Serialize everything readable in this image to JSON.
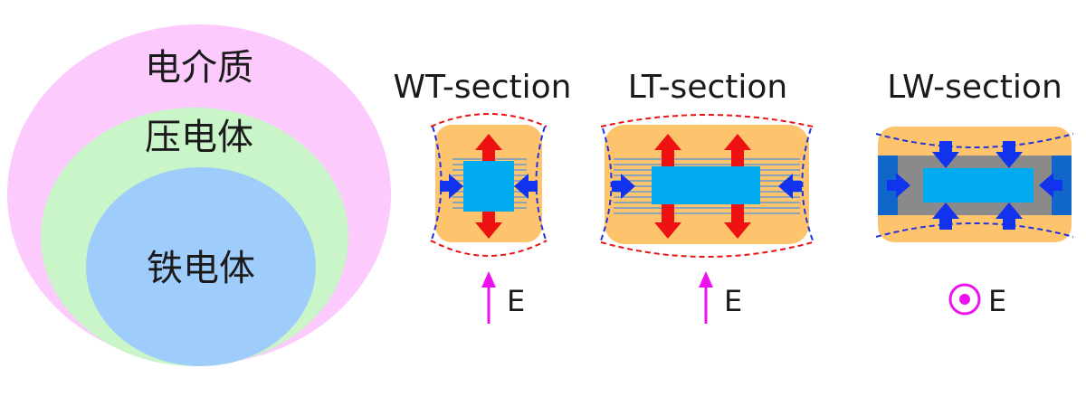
{
  "venn": {
    "outer_label": "电介质",
    "middle_label": "压电体",
    "inner_label": "铁电体",
    "colors": {
      "outer": "#fccafc",
      "middle": "#c9f5c9",
      "inner": "#9fcdfb"
    }
  },
  "sections": [
    {
      "title": "WT-section",
      "field_label": "E",
      "field_symbol": "arrow-up-icon"
    },
    {
      "title": "LT-section",
      "field_label": "E",
      "field_symbol": "arrow-up-icon"
    },
    {
      "title": "LW-section",
      "field_label": "E",
      "field_symbol": "dot-in-circle-icon"
    }
  ],
  "colors": {
    "body": "#fdc46d",
    "electrode": "#00aaee",
    "expand_arrow": "#ee1111",
    "compress_arrow": "#1133ee",
    "dashed_red": "#ee1111",
    "dashed_blue": "#2233dd",
    "field": "#ee11ee",
    "terminal": "#1166cc",
    "inner_gray": "#8a8a8a"
  }
}
